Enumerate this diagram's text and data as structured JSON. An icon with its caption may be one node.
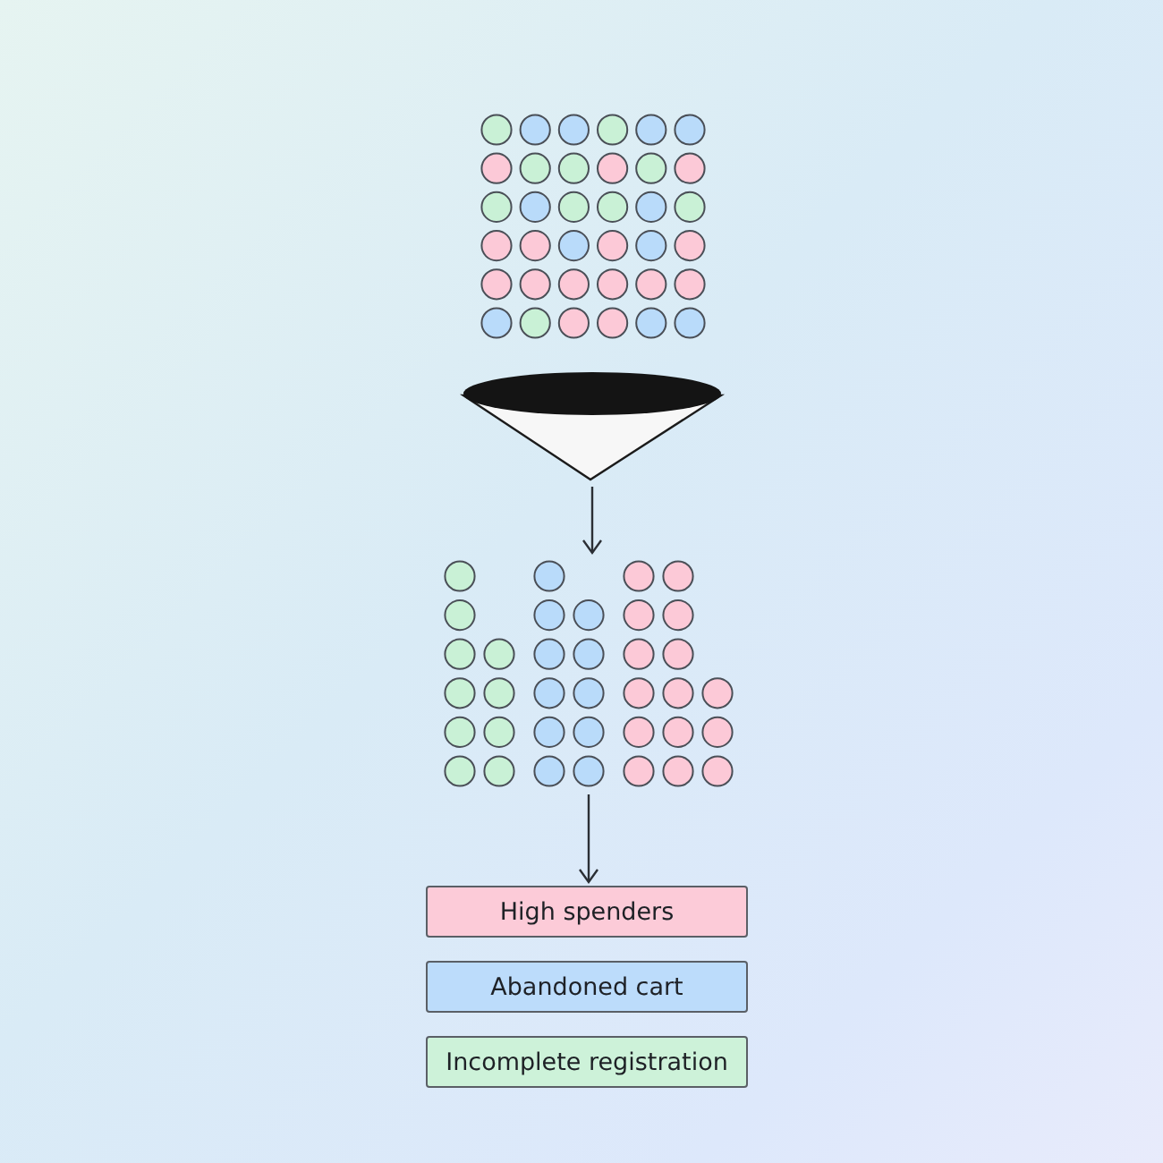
{
  "diagram": {
    "nodes": [
      {
        "text": [],
        "shape": "picture"
      },
      {
        "text": [],
        "shape": "picture"
      },
      {
        "text": [],
        "shape": "picture"
      },
      {
        "text": [
          "High spenders"
        ]
      },
      {
        "text": [
          "Abandoned cart"
        ]
      },
      {
        "text": [
          "Incomplete registration"
        ]
      }
    ],
    "edges": [
      {
        "from": 1,
        "to": 2,
        "arrow": "to"
      },
      {
        "from": 2,
        "to": 3,
        "arrow": "to"
      }
    ]
  }
}
